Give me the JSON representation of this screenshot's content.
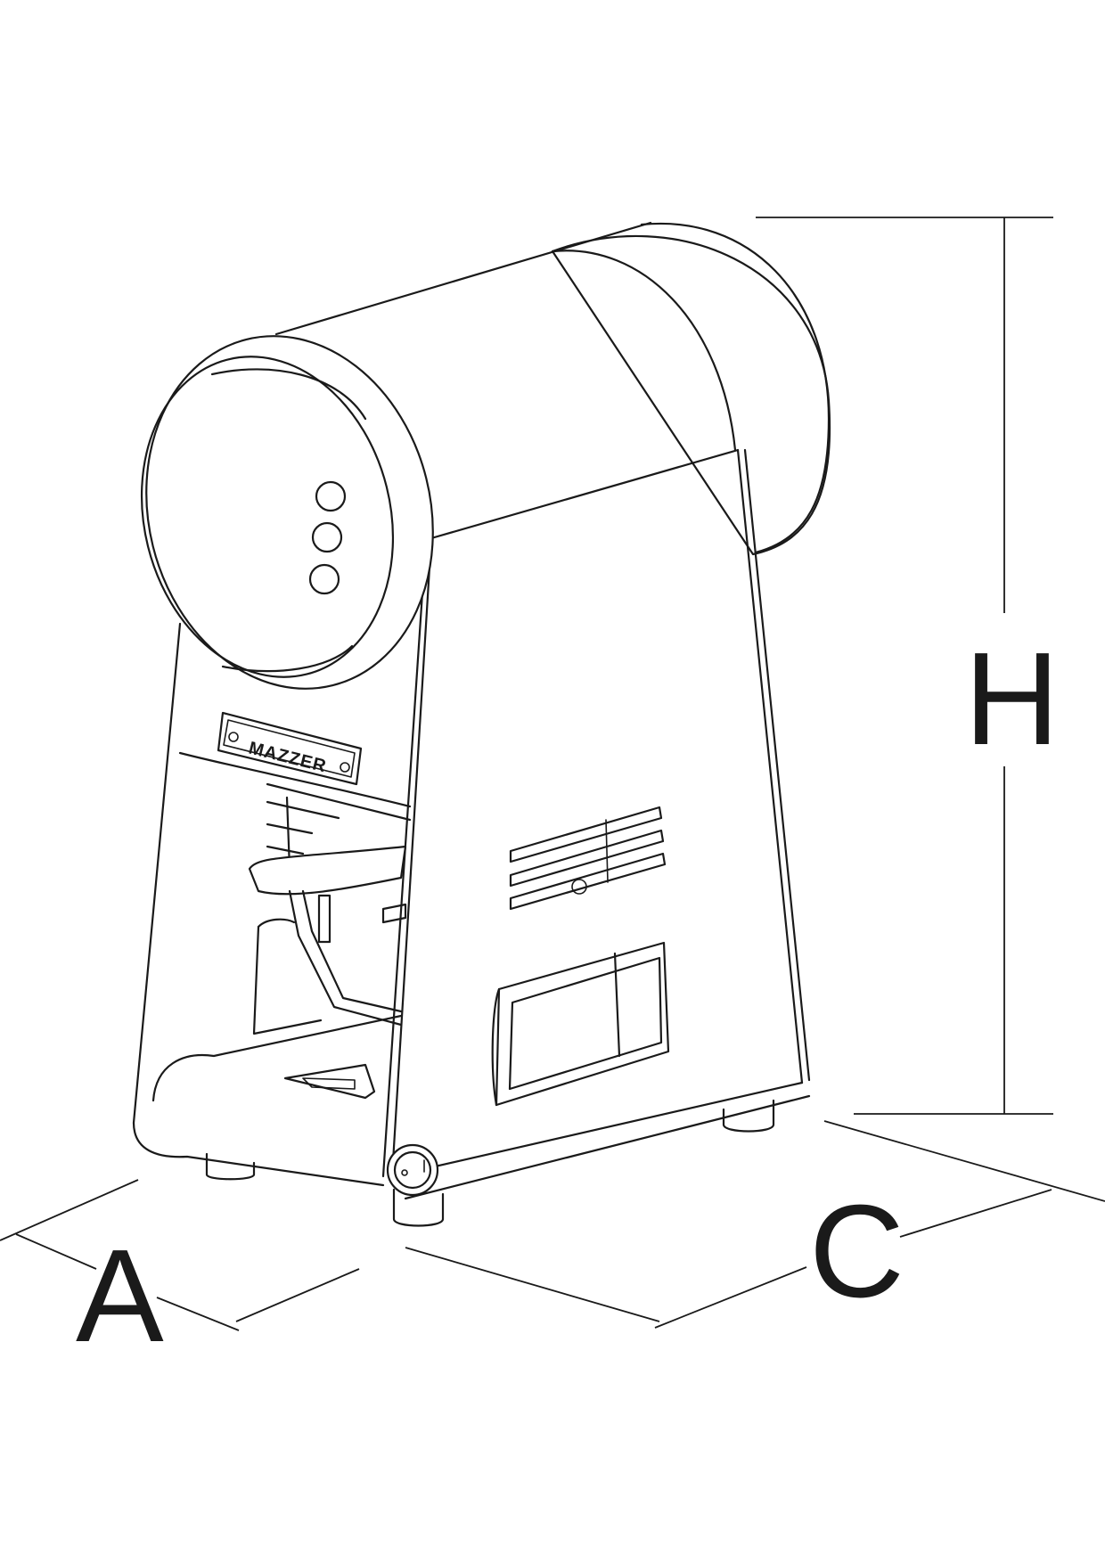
{
  "brand": {
    "logo_text": "MAZZER"
  },
  "dimensions": {
    "width_label": "A",
    "depth_label": "C",
    "height_label": "H"
  },
  "colors": {
    "line": "#1a1a1a",
    "background": "#ffffff"
  }
}
